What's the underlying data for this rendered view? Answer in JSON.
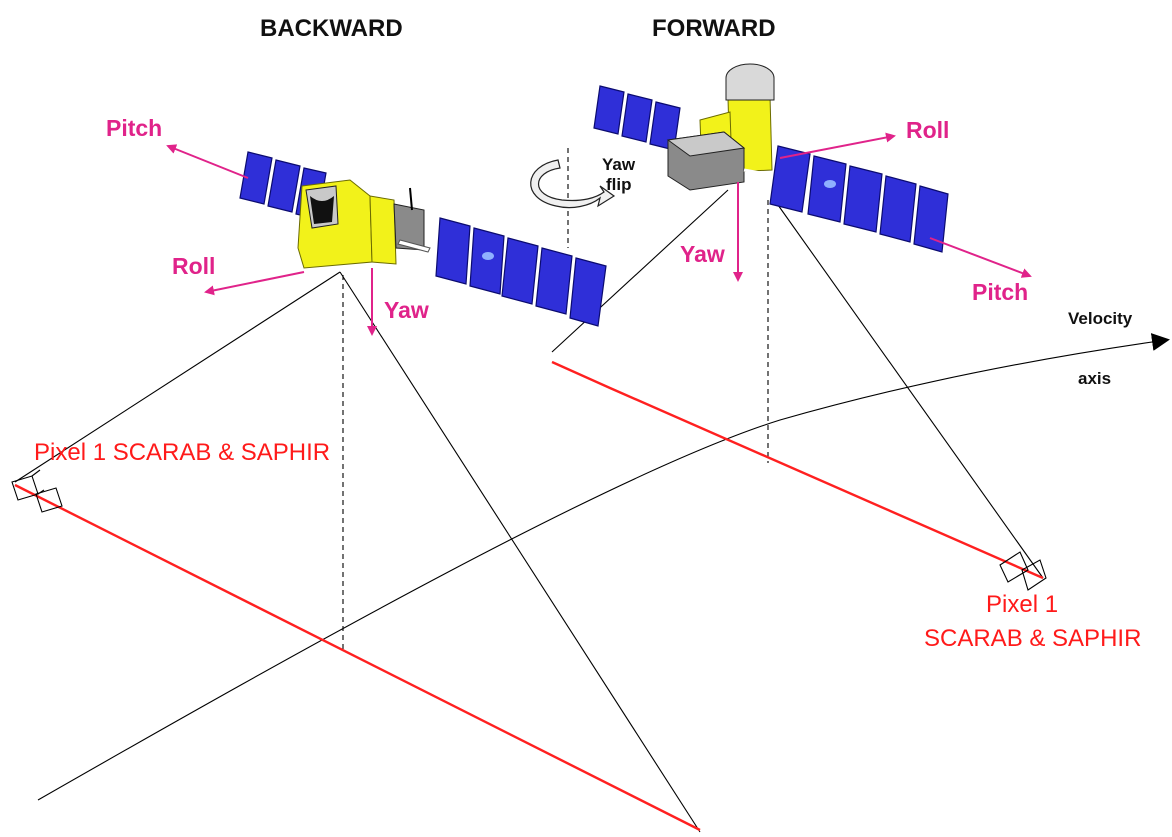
{
  "headings": {
    "backward": "BACKWARD",
    "forward": "FORWARD"
  },
  "backward_satellite": {
    "pitch": "Pitch",
    "roll": "Roll",
    "yaw": "Yaw",
    "pixel_label": "Pixel 1 SCARAB & SAPHIR"
  },
  "forward_satellite": {
    "roll": "Roll",
    "yaw": "Yaw",
    "pitch": "Pitch",
    "pixel_label_line1": "Pixel 1",
    "pixel_label_line2": "SCARAB & SAPHIR"
  },
  "yaw_flip": {
    "line1": "Yaw",
    "line2": "flip"
  },
  "velocity_axis": {
    "line1": "Velocity",
    "line2": "axis"
  },
  "colors": {
    "axis_labels": "#e0238a",
    "pixel_labels": "#ff1a1a",
    "solar_panels": "#2f2fd8",
    "satellite_body": "#f2f21a"
  }
}
